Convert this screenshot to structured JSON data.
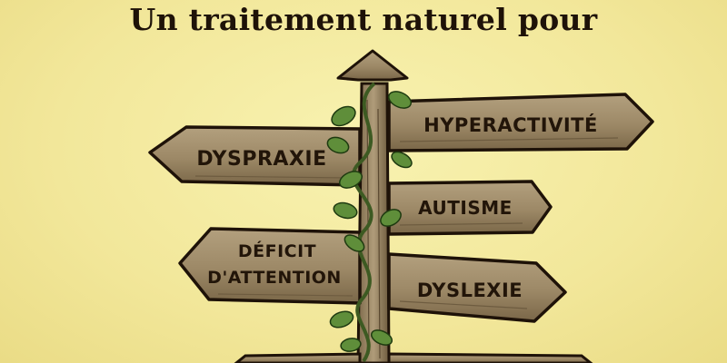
{
  "title": "Un traitement naturel pour",
  "signs": {
    "hyperactivite": "HYPERACTIVITÉ",
    "dyspraxie": "DYSPRAXIE",
    "autisme": "AUTISME",
    "deficit_line1": "DÉFICIT",
    "deficit_line2": "D'ATTENTION",
    "dyslexie": "DYSLEXIE"
  },
  "colors": {
    "background": "#f2e79a",
    "wood": "#a39070",
    "wood_dark": "#6e5c40",
    "outline": "#1e1208",
    "vine": "#5f8e3a"
  }
}
